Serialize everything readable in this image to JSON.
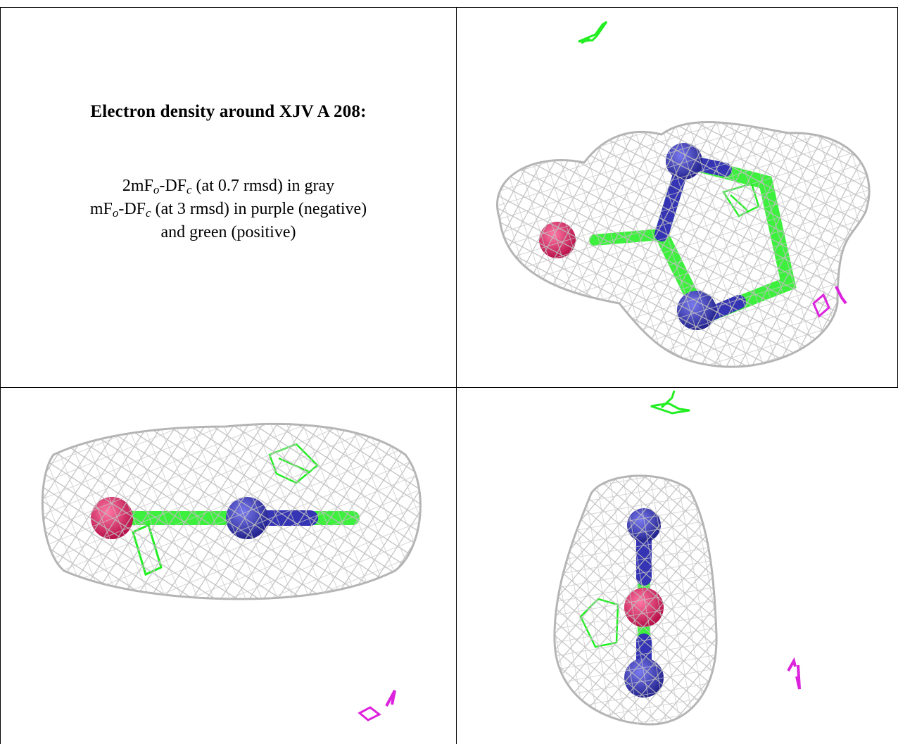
{
  "description": {
    "title": "Electron density around XJV A 208:",
    "line1": {
      "prefix": "2mF",
      "sub_o": "o",
      "mid": "-DF",
      "sub_c": "c",
      "suffix": " (at 0.7 rmsd) in gray"
    },
    "line2": {
      "prefix": "mF",
      "sub_o": "o",
      "mid": "-DF",
      "sub_c": "c",
      "suffix": " (at 3 rmsd) in purple (negative)"
    },
    "line3": "and green (positive)"
  },
  "colors": {
    "mesh_2fofc": "#b8b8b8",
    "mesh_fofc_positive": "#22ee22",
    "mesh_fofc_negative": "#dd22dd",
    "atom_oxygen": "#e0205e",
    "atom_nitrogen": "#3434b4",
    "atom_carbon": "#3ef03e"
  },
  "panels": [
    {
      "name": "view-top-right",
      "view": "ring face-on"
    },
    {
      "name": "view-bottom-left",
      "view": "ring edge-on horizontal"
    },
    {
      "name": "view-bottom-right",
      "view": "ring edge-on vertical"
    }
  ]
}
